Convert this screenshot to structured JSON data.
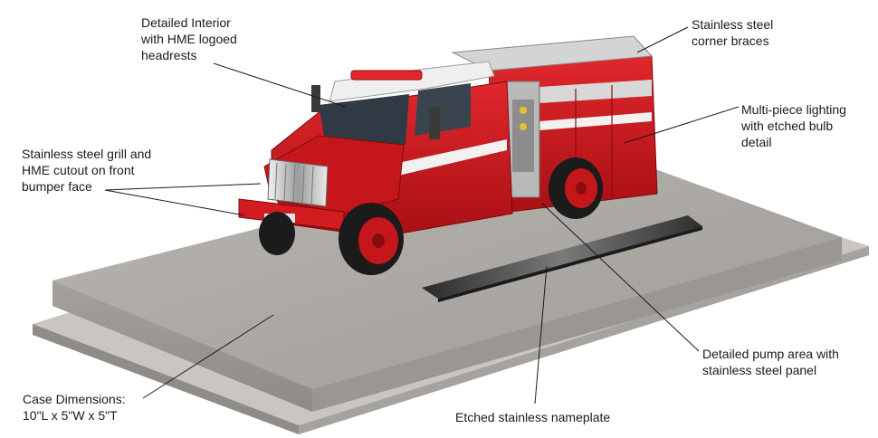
{
  "callouts": {
    "interior": [
      "Detailed Interior",
      "with HME logoed",
      "headrests"
    ],
    "braces": [
      "Stainless steel",
      "corner braces"
    ],
    "lighting": [
      "Multi-piece lighting",
      "with etched bulb",
      "detail"
    ],
    "grill": [
      "Stainless steel grill and",
      "HME cutout on front",
      "bumper face"
    ],
    "pump": [
      "Detailed pump area with",
      "stainless steel panel"
    ],
    "case": [
      "Case Dimensions:",
      "10\"L x 5\"W x 5\"T"
    ],
    "nameplate": [
      "Etched stainless nameplate"
    ]
  },
  "colors": {
    "truck_red": "#c8161b",
    "base_gray": "#a9a6a1",
    "chrome": "#d9d9d9"
  }
}
